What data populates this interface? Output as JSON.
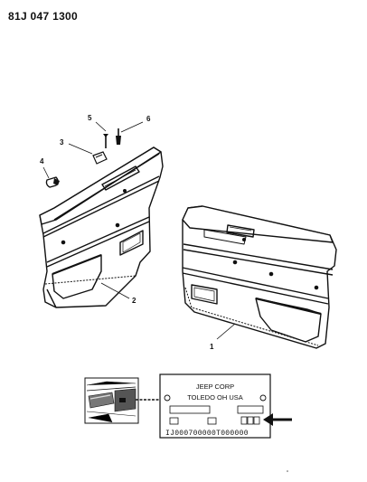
{
  "header": {
    "code": "81J 047 1300"
  },
  "callouts": {
    "c1": "1",
    "c2": "2",
    "c3": "3",
    "c4": "4",
    "c5": "5",
    "c6": "6"
  },
  "plate": {
    "line1": "JEEP CORP",
    "line2": "TOLEDO OH USA",
    "serial": "IJ000700000T000000"
  }
}
